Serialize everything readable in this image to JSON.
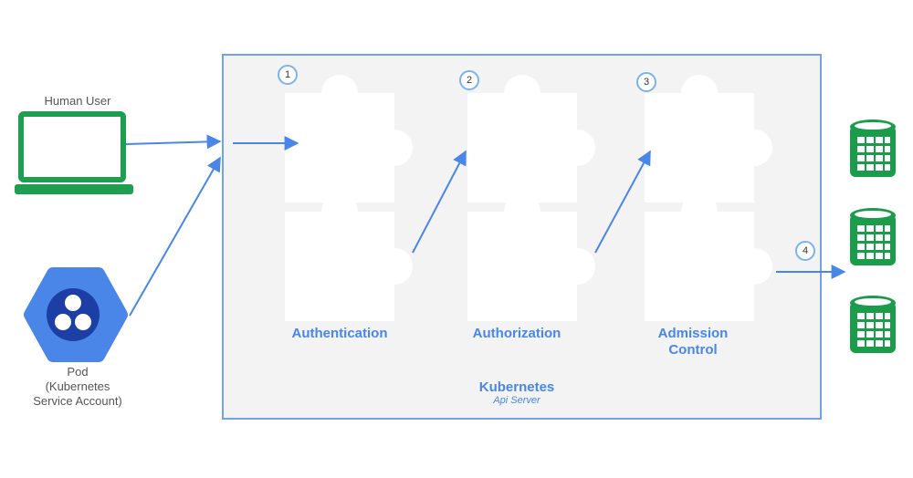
{
  "actors": {
    "human_user": {
      "label": "Human User"
    },
    "pod": {
      "lines": [
        "Pod",
        "(Kubernetes",
        "Service Account)"
      ]
    }
  },
  "api_server": {
    "title": "Kubernetes",
    "subtitle": "Api Server"
  },
  "stages": [
    {
      "step": "1",
      "label": "Authentication"
    },
    {
      "step": "2",
      "label": "Authorization"
    },
    {
      "step": "3",
      "label": "Admission\nControl"
    }
  ],
  "storage": {
    "step": "4",
    "database_count": 3
  },
  "colors": {
    "accent": "#4a86e8",
    "box_border": "#6fa3ea",
    "box_fill": "#f3f3f3",
    "puzzle": "#ffffff",
    "laptop": "#1e9e4f",
    "database": "#1a9c4b",
    "pod_hex": "#4a86e8",
    "pod_dark": "#1c3fa6"
  },
  "icons": [
    "laptop-icon",
    "pod-icon",
    "puzzle-icon",
    "database-icon"
  ]
}
